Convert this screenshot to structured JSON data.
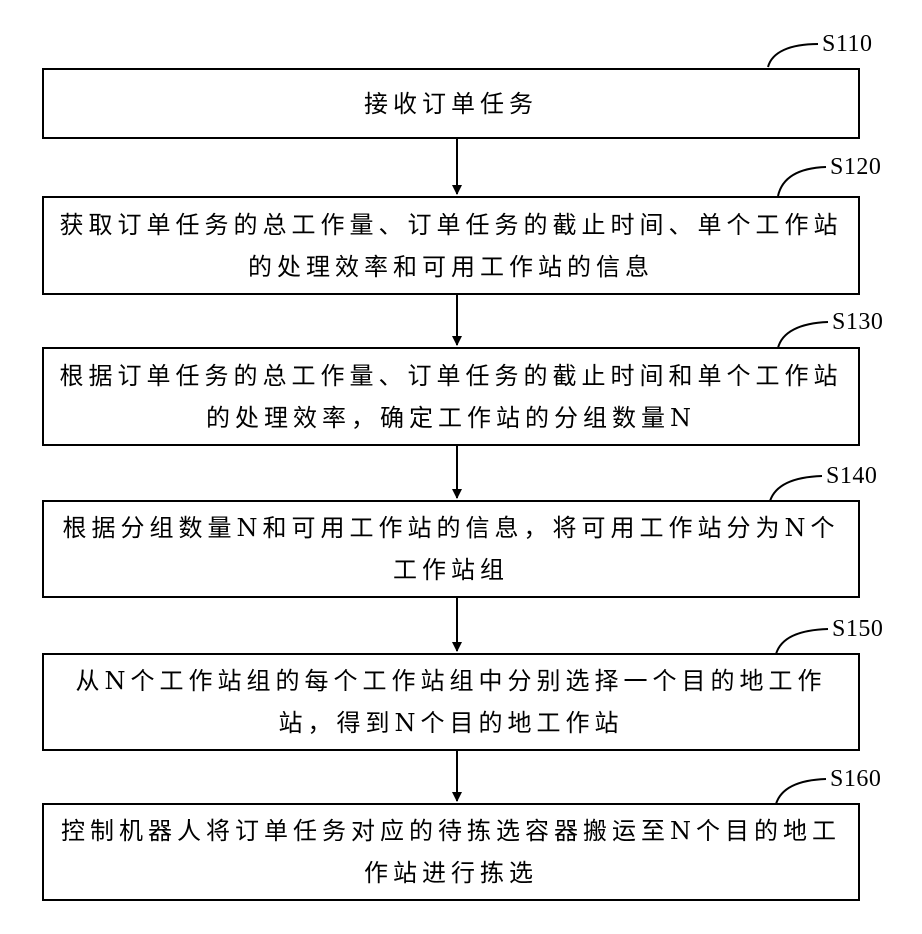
{
  "flowchart": {
    "steps": [
      {
        "id": "S110",
        "text": "接收订单任务"
      },
      {
        "id": "S120",
        "text": "获取订单任务的总工作量、订单任务的截止时间、单个工作站的处理效率和可用工作站的信息"
      },
      {
        "id": "S130",
        "text": "根据订单任务的总工作量、订单任务的截止时间和单个工作站的处理效率，确定工作站的分组数量N"
      },
      {
        "id": "S140",
        "text": "根据分组数量N和可用工作站的信息，将可用工作站分为N个工作站组"
      },
      {
        "id": "S150",
        "text": "从N个工作站组的每个工作站组中分别选择一个目的地工作站，得到N个目的地工作站"
      },
      {
        "id": "S160",
        "text": "控制机器人将订单任务对应的待拣选容器搬运至N个目的地工作站进行拣选"
      }
    ]
  }
}
